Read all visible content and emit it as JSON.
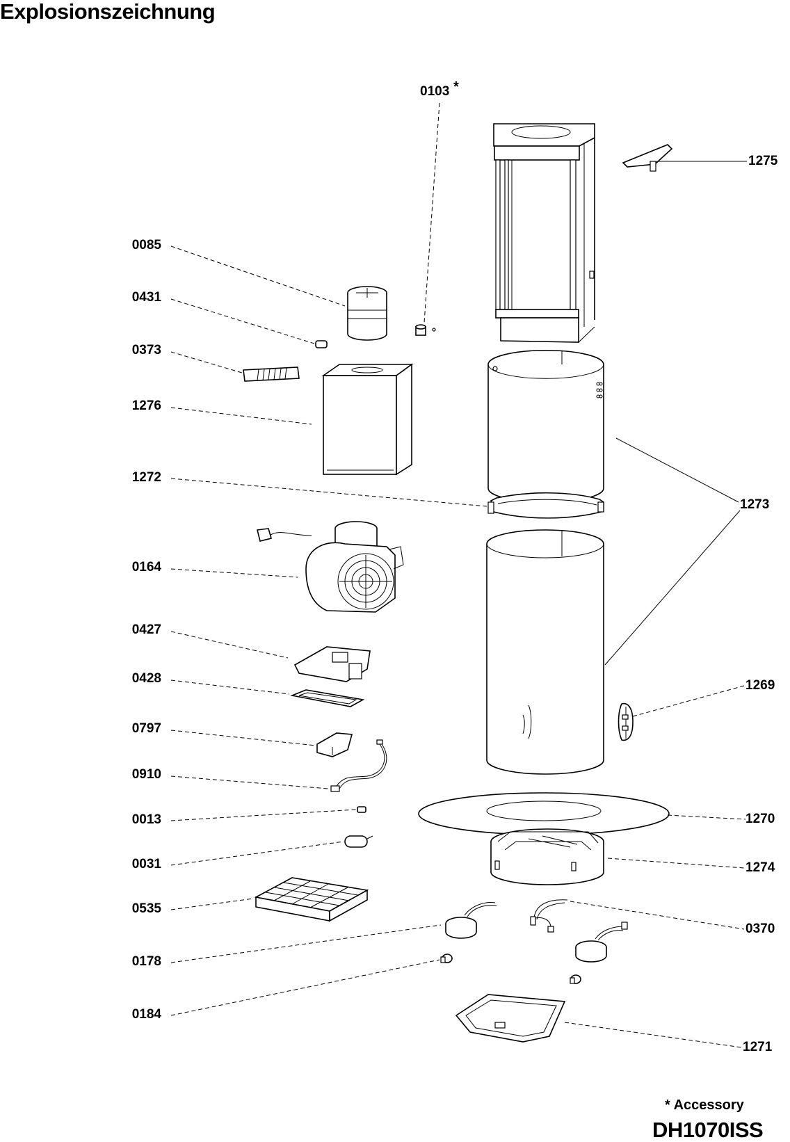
{
  "title": "Explosionszeichnung",
  "parts_left": [
    {
      "id": "p0085",
      "number": "0085"
    },
    {
      "id": "p0431",
      "number": "0431"
    },
    {
      "id": "p0373",
      "number": "0373"
    },
    {
      "id": "p1276",
      "number": "1276"
    },
    {
      "id": "p1272",
      "number": "1272"
    },
    {
      "id": "p0164",
      "number": "0164"
    },
    {
      "id": "p0427",
      "number": "0427"
    },
    {
      "id": "p0428",
      "number": "0428"
    },
    {
      "id": "p0797",
      "number": "0797"
    },
    {
      "id": "p0910",
      "number": "0910"
    },
    {
      "id": "p0013",
      "number": "0013"
    },
    {
      "id": "p0031",
      "number": "0031"
    },
    {
      "id": "p0535",
      "number": "0535"
    },
    {
      "id": "p0178",
      "number": "0178"
    },
    {
      "id": "p0184",
      "number": "0184"
    }
  ],
  "parts_right": [
    {
      "id": "p1275",
      "number": "1275"
    },
    {
      "id": "p1273",
      "number": "1273"
    },
    {
      "id": "p1269",
      "number": "1269"
    },
    {
      "id": "p1270",
      "number": "1270"
    },
    {
      "id": "p1274",
      "number": "1274"
    },
    {
      "id": "p0370",
      "number": "0370"
    },
    {
      "id": "p1271",
      "number": "1271"
    }
  ],
  "top_part": {
    "number": "0103",
    "marker": "*"
  },
  "accessory_note": "* Accessory",
  "model": "DH1070ISS"
}
